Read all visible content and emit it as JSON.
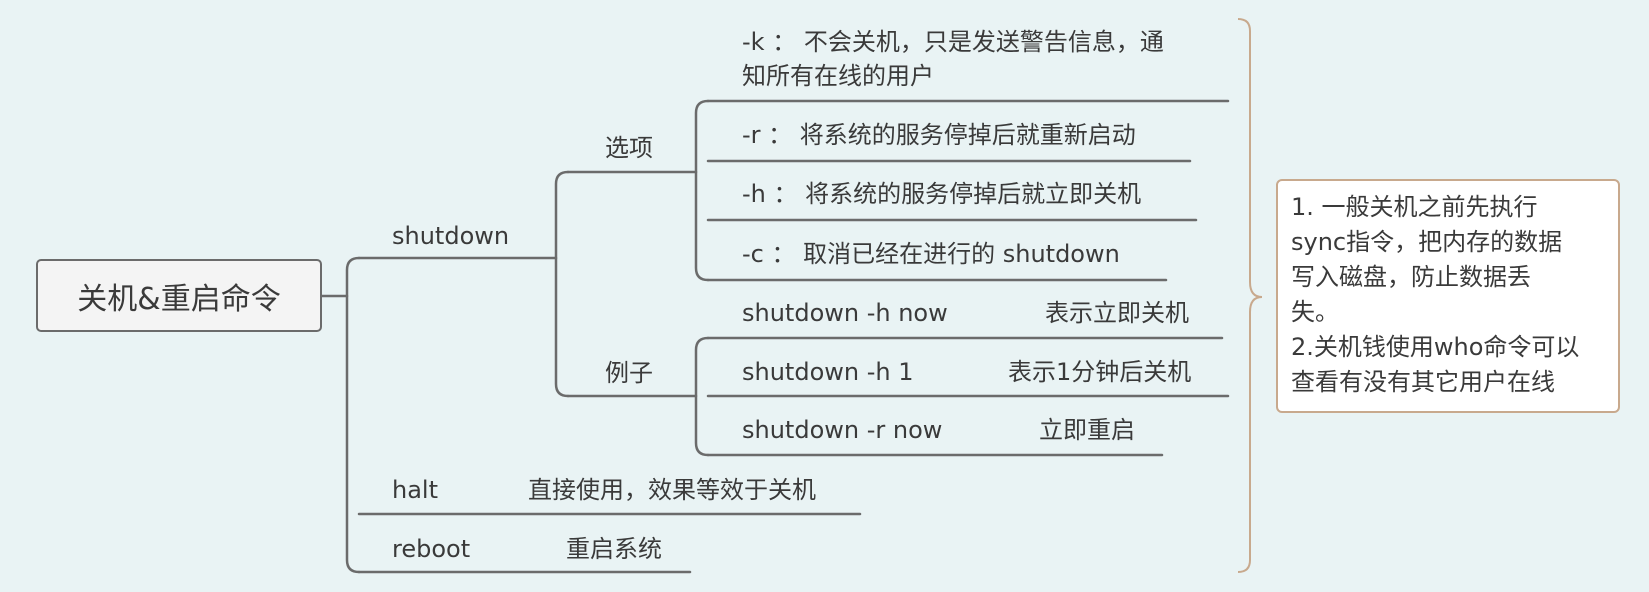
{
  "mindmap": {
    "root": "关机&重启命令",
    "shutdown": {
      "label": "shutdown",
      "options": {
        "label": "选项",
        "items": [
          {
            "line1": "-k  ：  不会关机，只是发送警告信息，通",
            "line2": "知所有在线的用户"
          },
          {
            "text": "-r  ：  将系统的服务停掉后就重新启动"
          },
          {
            "text": "-h  ：  将系统的服务停掉后就立即关机"
          },
          {
            "text": "-c  ：  取消已经在进行的 shutdown"
          }
        ]
      },
      "examples": {
        "label": "例子",
        "items": [
          {
            "command": "shutdown -h now",
            "desc": "表示立即关机"
          },
          {
            "command": "shutdown -h 1",
            "desc": "表示1分钟后关机"
          },
          {
            "command": "shutdown -r now",
            "desc": "立即重启"
          }
        ]
      }
    },
    "halt": {
      "label": "halt",
      "desc": "直接使用，效果等效于关机"
    },
    "reboot": {
      "label": "reboot",
      "desc": "重启系统"
    }
  },
  "note": {
    "lines": [
      "1. 一般关机之前先执行",
      "sync指令，把内存的数据",
      "写入磁盘，防止数据丢",
      "失。",
      "2.关机钱使用who命令可以",
      "查看有没有其它用户在线"
    ]
  },
  "colors": {
    "background": "#e9f3f4",
    "connector": "#6b6b6b",
    "brace": "#c8a98d",
    "text": "#3a3a3a"
  }
}
